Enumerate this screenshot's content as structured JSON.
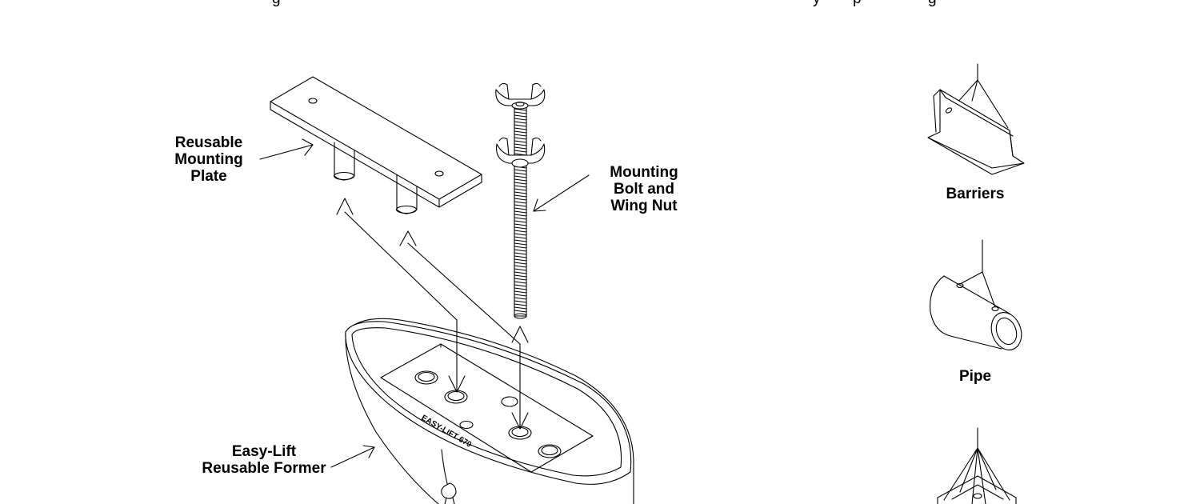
{
  "diagram": {
    "top_fragments": [
      "g",
      "y",
      "p",
      "g"
    ],
    "labels": {
      "mounting_plate": [
        "Reusable",
        "Mounting",
        "Plate"
      ],
      "mounting_bolt": [
        "Mounting",
        "Bolt  and",
        "Wing Nut"
      ],
      "former": [
        "Easy-Lift",
        "Reusable Former"
      ],
      "former_stamp": "EASY-LIFT 670",
      "barriers": "Barriers",
      "pipe": "Pipe"
    }
  }
}
